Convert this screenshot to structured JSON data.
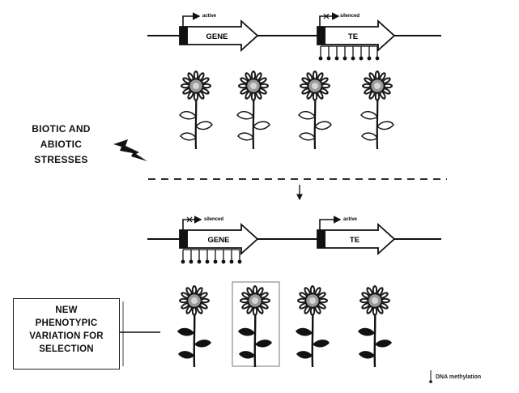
{
  "top": {
    "gene": {
      "label": "GENE",
      "status": "active"
    },
    "te": {
      "label": "TE",
      "status": "silenced"
    }
  },
  "bottom": {
    "gene": {
      "label": "GENE",
      "status": "silenced"
    },
    "te": {
      "label": "TE",
      "status": "active"
    }
  },
  "stress_label": [
    "BIOTIC AND",
    "ABIOTIC",
    "STRESSES"
  ],
  "variation_box": [
    "NEW",
    "PHENOTYPIC",
    "VARIATION FOR",
    "SELECTION"
  ],
  "legend": {
    "label": "DNA methylation"
  },
  "colors": {
    "ink": "#111111",
    "flower_center": "#9a9a9a",
    "petal": "#222222"
  }
}
